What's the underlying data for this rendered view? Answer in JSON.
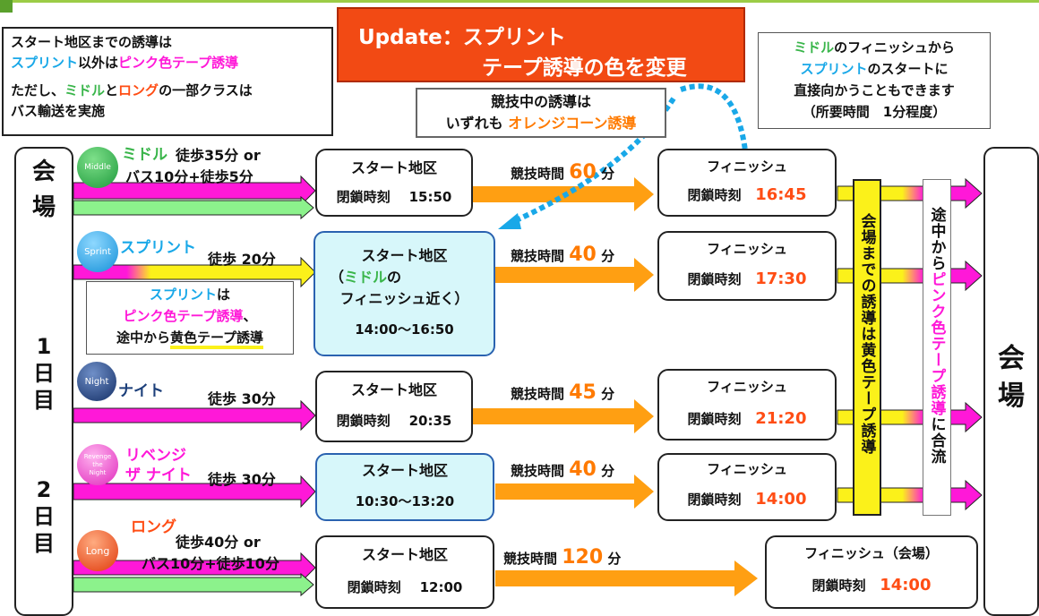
{
  "venue_label_chars": [
    "会",
    "場"
  ],
  "day1": {
    "num": "1",
    "chars": [
      "日",
      "目"
    ]
  },
  "day2": {
    "num": "2",
    "chars": [
      "日",
      "目"
    ]
  },
  "update_banner": {
    "line1": "Update：スプリント",
    "line2": "テープ誘導の色を変更"
  },
  "top_left_note": {
    "line1": "スタート地区までの誘導は",
    "line2_a": "スプリント",
    "line2_b": "以外は",
    "line2_c": "ピンク色テープ誘導",
    "line3_a": "ただし、",
    "line3_b": "ミドル",
    "line3_c": "と",
    "line3_d": "ロング",
    "line3_e": "の一部クラスは",
    "line4": "バス輸送を実施"
  },
  "race_guide_note": {
    "line1": "競技中の誘導は",
    "line2_a": "いずれも ",
    "line2_b": "オレンジコーン誘導"
  },
  "top_right_note": {
    "line1_a": "ミドル",
    "line1_b": "のフィニッシュから",
    "line2_a": "スプリント",
    "line2_b": "のスタートに",
    "line3": "直接向かうこともできます",
    "line4": "（所要時間　1分程度）"
  },
  "sprint_note": {
    "line1_a": "スプリント",
    "line1_b": "は",
    "line2_a": "ピンク色テープ誘導",
    "line2_b": "、",
    "line3_a": "途中から",
    "line3_b": "黄色テープ誘導"
  },
  "yellow_bar": "会場までの誘導は黄色テープ誘導",
  "white_bar": {
    "a": "途中から",
    "b": "ピンク色テープ誘導",
    "c": "に合流"
  },
  "rows": [
    {
      "badge": "Middle",
      "badge_color": "#2aa84a",
      "name": "ミドル",
      "access_line1": "徒歩35分 or",
      "access_line2": "バス10分+徒歩5分",
      "start_title": "スタート地区",
      "start_close_label": "閉鎖時刻",
      "start_close": "15:50",
      "race_label": "競技時間",
      "race_num": "60",
      "race_unit": "分",
      "finish_title": "フィニッシュ",
      "finish_close_label": "閉鎖時刻",
      "finish_close": "16:45"
    },
    {
      "badge": "Sprint",
      "badge_color": "#19a8e8",
      "name": "スプリント",
      "access_line1": "徒歩 20分",
      "start_title": "スタート地区",
      "start_sub1": "（",
      "start_sub2": "ミドル",
      "start_sub3": "の",
      "start_sub4": "フィニッシュ近く）",
      "start_time": "14:00～16:50",
      "race_label": "競技時間",
      "race_num": "40",
      "race_unit": "分",
      "finish_title": "フィニッシュ",
      "finish_close_label": "閉鎖時刻",
      "finish_close": "17:30"
    },
    {
      "badge": "Night",
      "badge_color": "#1f4f8f",
      "name": "ナイト",
      "access_line1": "徒歩 30分",
      "start_title": "スタート地区",
      "start_close_label": "閉鎖時刻",
      "start_close": "20:35",
      "race_label": "競技時間",
      "race_num": "45",
      "race_unit": "分",
      "finish_title": "フィニッシュ",
      "finish_close_label": "閉鎖時刻",
      "finish_close": "21:20"
    },
    {
      "badge_l1": "Revenge",
      "badge_l2": "the",
      "badge_l3": "Night",
      "badge_color": "#ff3fd2",
      "name_l1": "リベンジ",
      "name_l2": "ザ ナイト",
      "access_line1": "徒歩 30分",
      "start_title": "スタート地区",
      "start_time": "10:30～13:20",
      "race_label": "競技時間",
      "race_num": "40",
      "race_unit": "分",
      "finish_title": "フィニッシュ",
      "finish_close_label": "閉鎖時刻",
      "finish_close": "14:00"
    },
    {
      "badge": "Long",
      "badge_color": "#ff4d14",
      "name": "ロング",
      "access_line1": "徒歩40分 or",
      "access_line2": "バス10分+徒歩10分",
      "start_title": "スタート地区",
      "start_close_label": "閉鎖時刻",
      "start_close": "12:00",
      "race_label": "競技時間",
      "race_num": "120",
      "race_unit": "分",
      "finish_title": "フィニッシュ（会場）",
      "finish_close_label": "閉鎖時刻",
      "finish_close": "14:00"
    }
  ],
  "colors": {
    "pink": "#ff18d8",
    "orange": "#ff9f12",
    "yellow": "#fbf11a",
    "green": "#8cf28c",
    "cyan": "#19a8e8",
    "red": "#ff4d14"
  }
}
